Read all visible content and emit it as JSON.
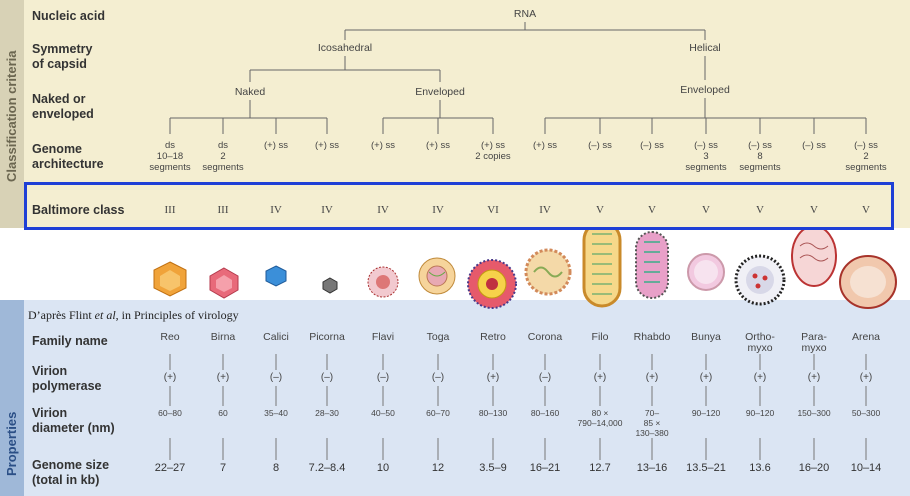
{
  "side_labels": {
    "criteria": "Classification criteria",
    "properties": "Properties"
  },
  "row_labels": {
    "nucleic_acid": "Nucleic acid",
    "symmetry": "Symmetry\nof capsid",
    "naked_enveloped": "Naked or\nenveloped",
    "genome_architecture": "Genome\narchitecture",
    "baltimore": "Baltimore class",
    "family_name": "Family name",
    "virion_polymerase": "Virion\npolymerase",
    "virion_diameter": "Virion\ndiameter (nm)",
    "genome_size": "Genome size\n(total in kb)"
  },
  "tree": {
    "root": "RNA",
    "symmetry": [
      "Icosahedral",
      "Helical"
    ],
    "envelope": [
      "Naked",
      "Enveloped",
      "Enveloped"
    ]
  },
  "credit": {
    "prefix": "D’après Flint ",
    "etal": "et al",
    "suffix": ", in Principles of virology"
  },
  "columns": [
    {
      "arch": "ds\n10–18\nsegments",
      "baltimore": "III",
      "family": "Reo",
      "polymerase": "(+)",
      "diameter": "60–80",
      "genome": "22–27"
    },
    {
      "arch": "ds\n2\nsegments",
      "baltimore": "III",
      "family": "Birna",
      "polymerase": "(+)",
      "diameter": "60",
      "genome": "7"
    },
    {
      "arch": "(+) ss",
      "baltimore": "IV",
      "family": "Calici",
      "polymerase": "(–)",
      "diameter": "35–40",
      "genome": "8"
    },
    {
      "arch": "(+) ss",
      "baltimore": "IV",
      "family": "Picorna",
      "polymerase": "(–)",
      "diameter": "28–30",
      "genome": "7.2–8.4"
    },
    {
      "arch": "(+) ss",
      "baltimore": "IV",
      "family": "Flavi",
      "polymerase": "(–)",
      "diameter": "40–50",
      "genome": "10"
    },
    {
      "arch": "(+) ss",
      "baltimore": "IV",
      "family": "Toga",
      "polymerase": "(–)",
      "diameter": "60–70",
      "genome": "12"
    },
    {
      "arch": "(+) ss\n2 copies",
      "baltimore": "VI",
      "family": "Retro",
      "polymerase": "(+)",
      "diameter": "80–130",
      "genome": "3.5–9"
    },
    {
      "arch": "(+) ss",
      "baltimore": "IV",
      "family": "Corona",
      "polymerase": "(–)",
      "diameter": "80–160",
      "genome": "16–21"
    },
    {
      "arch": "(–) ss",
      "baltimore": "V",
      "family": "Filo",
      "polymerase": "(+)",
      "diameter": "80 ×\n790–14,000",
      "genome": "12.7"
    },
    {
      "arch": "(–) ss",
      "baltimore": "V",
      "family": "Rhabdo",
      "polymerase": "(+)",
      "diameter": "70–\n85 ×\n130–380",
      "genome": "13–16"
    },
    {
      "arch": "(–) ss\n3\nsegments",
      "baltimore": "V",
      "family": "Bunya",
      "polymerase": "(+)",
      "diameter": "90–120",
      "genome": "13.5–21"
    },
    {
      "arch": "(–) ss\n8\nsegments",
      "baltimore": "V",
      "family": "Ortho-\nmyxo",
      "polymerase": "(+)",
      "diameter": "90–120",
      "genome": "13.6"
    },
    {
      "arch": "(–) ss",
      "baltimore": "V",
      "family": "Para-\nmyxo",
      "polymerase": "(+)",
      "diameter": "150–300",
      "genome": "16–20"
    },
    {
      "arch": "(–) ss\n2\nsegments",
      "baltimore": "V",
      "family": "Arena",
      "polymerase": "(+)",
      "diameter": "50–300",
      "genome": "10–14"
    }
  ],
  "colors": {
    "highlight": "#1e3fd6",
    "criteria_bg": "#f4eed1",
    "properties_bg": "#dbe5f3"
  }
}
